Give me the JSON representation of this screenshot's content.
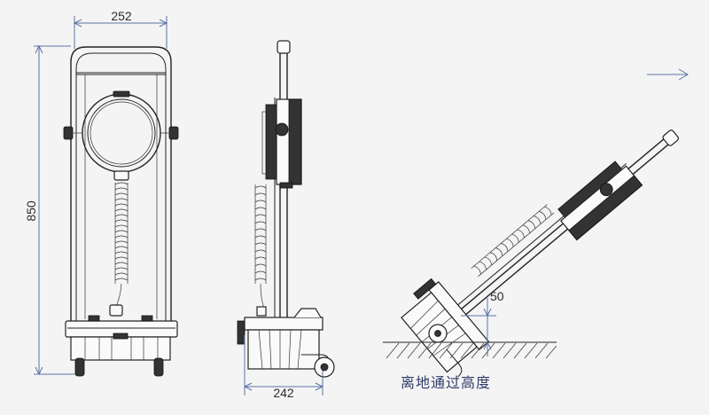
{
  "dimensions": {
    "front_width": "252",
    "height": "850",
    "side_width": "242",
    "ground_clearance": "50"
  },
  "caption": "离地通过高度",
  "colors": {
    "dimension_line": "#5a73a8",
    "outline": "#222222",
    "background": "#f4f4f4",
    "caption": "#2f3b68"
  }
}
